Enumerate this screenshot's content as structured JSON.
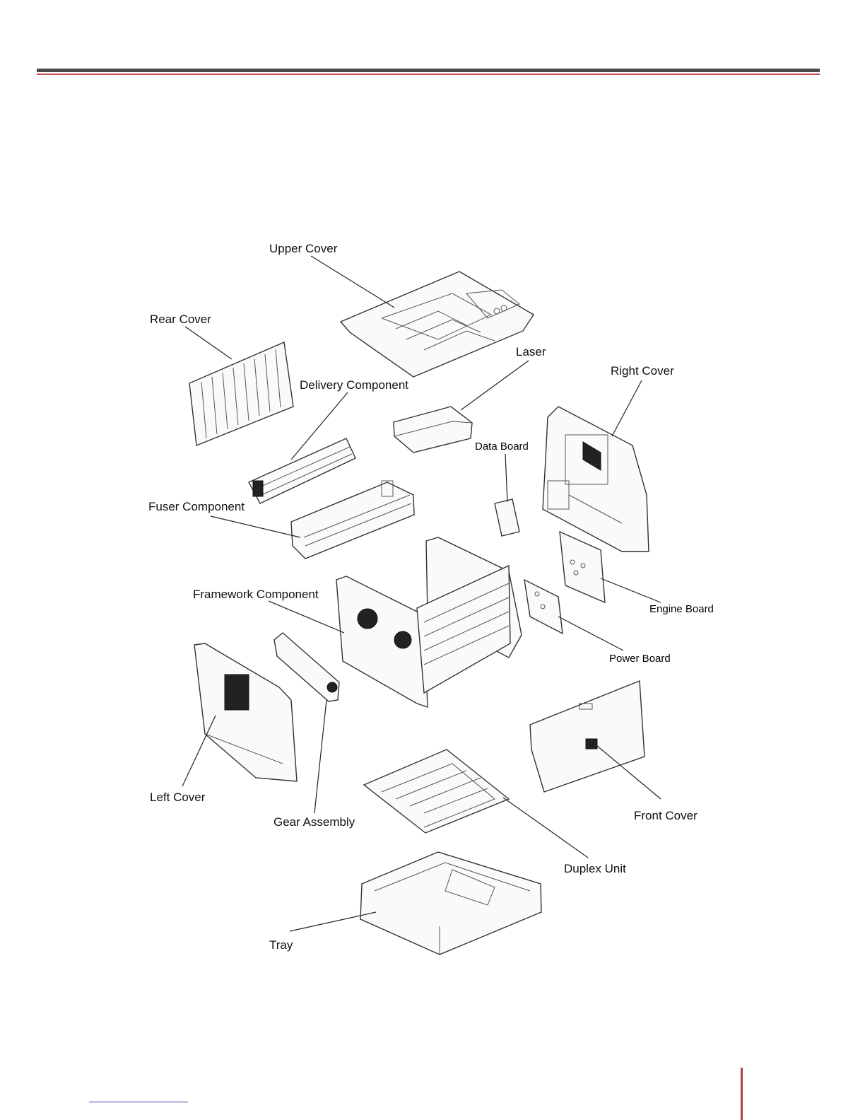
{
  "diagram": {
    "labels": {
      "upper_cover": "Upper Cover",
      "rear_cover": "Rear Cover",
      "laser": "Laser",
      "right_cover": "Right Cover",
      "delivery_component": "Delivery Component",
      "data_board": "Data Board",
      "fuser_component": "Fuser Component",
      "framework_component": "Framework Component",
      "engine_board": "Engine Board",
      "power_board": "Power Board",
      "left_cover": "Left Cover",
      "gear_assembly": "Gear Assembly",
      "front_cover": "Front Cover",
      "duplex_unit": "Duplex Unit",
      "tray": "Tray"
    }
  },
  "colors": {
    "header_dark": "#4a4a4a",
    "header_red": "#c0504d",
    "footer_bar": "#a94442",
    "footer_link": "#2e3aa8"
  }
}
